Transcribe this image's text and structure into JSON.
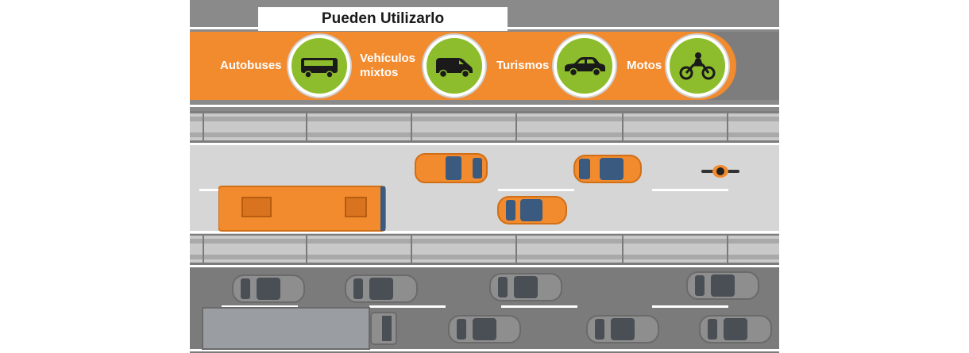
{
  "header": {
    "title": "Pueden Utilizarlo"
  },
  "banner": {
    "items": [
      {
        "label": "Autobuses",
        "icon": "bus-icon"
      },
      {
        "label": "Vehículos mixtos",
        "line1": "Vehículos",
        "line2": "mixtos",
        "icon": "van-icon"
      },
      {
        "label": "Turismos",
        "icon": "car-icon"
      },
      {
        "label": "Motos",
        "icon": "motorcycle-icon"
      }
    ]
  },
  "colors": {
    "banner": "#f28a2e",
    "icon_circle": "#8dbd2c",
    "vehicle_orange": "#f28a2e",
    "vehicle_gray": "#8e8e8e",
    "road_light": "#d6d6d6",
    "road_dark": "#7d7d7d"
  }
}
